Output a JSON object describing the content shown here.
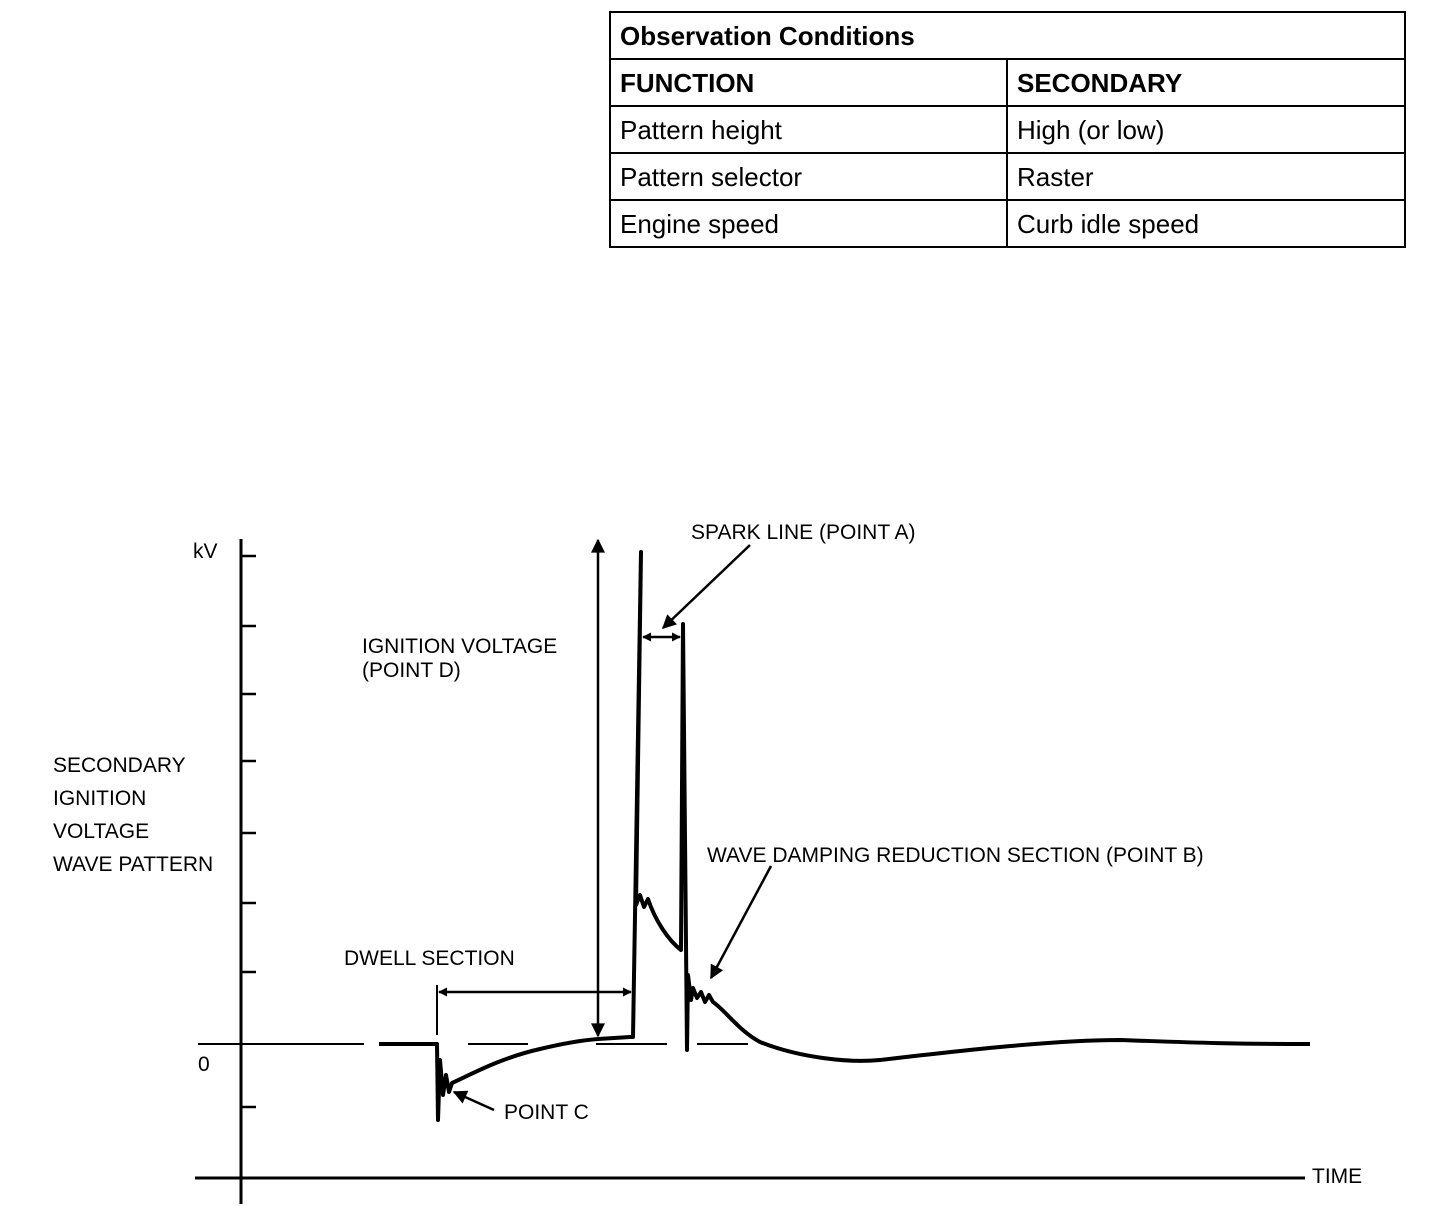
{
  "table": {
    "title": "Observation Conditions",
    "headers": [
      "FUNCTION",
      "SECONDARY"
    ],
    "rows": [
      [
        "Pattern height",
        "High (or low)"
      ],
      [
        "Pattern selector",
        "Raster"
      ],
      [
        "Engine speed",
        "Curb idle speed"
      ]
    ]
  },
  "diagram": {
    "y_axis_unit": "kV",
    "zero_label": "0",
    "x_axis_label": "TIME",
    "side_title": [
      "SECONDARY",
      "IGNITION",
      "VOLTAGE",
      "WAVE PATTERN"
    ],
    "labels": {
      "spark_line": "SPARK LINE (POINT A)",
      "ignition_voltage_1": "IGNITION VOLTAGE",
      "ignition_voltage_2": "(POINT D)",
      "wave_damping": "WAVE DAMPING REDUCTION SECTION (POINT B)",
      "dwell": "DWELL SECTION",
      "point_c": "POINT C"
    }
  }
}
